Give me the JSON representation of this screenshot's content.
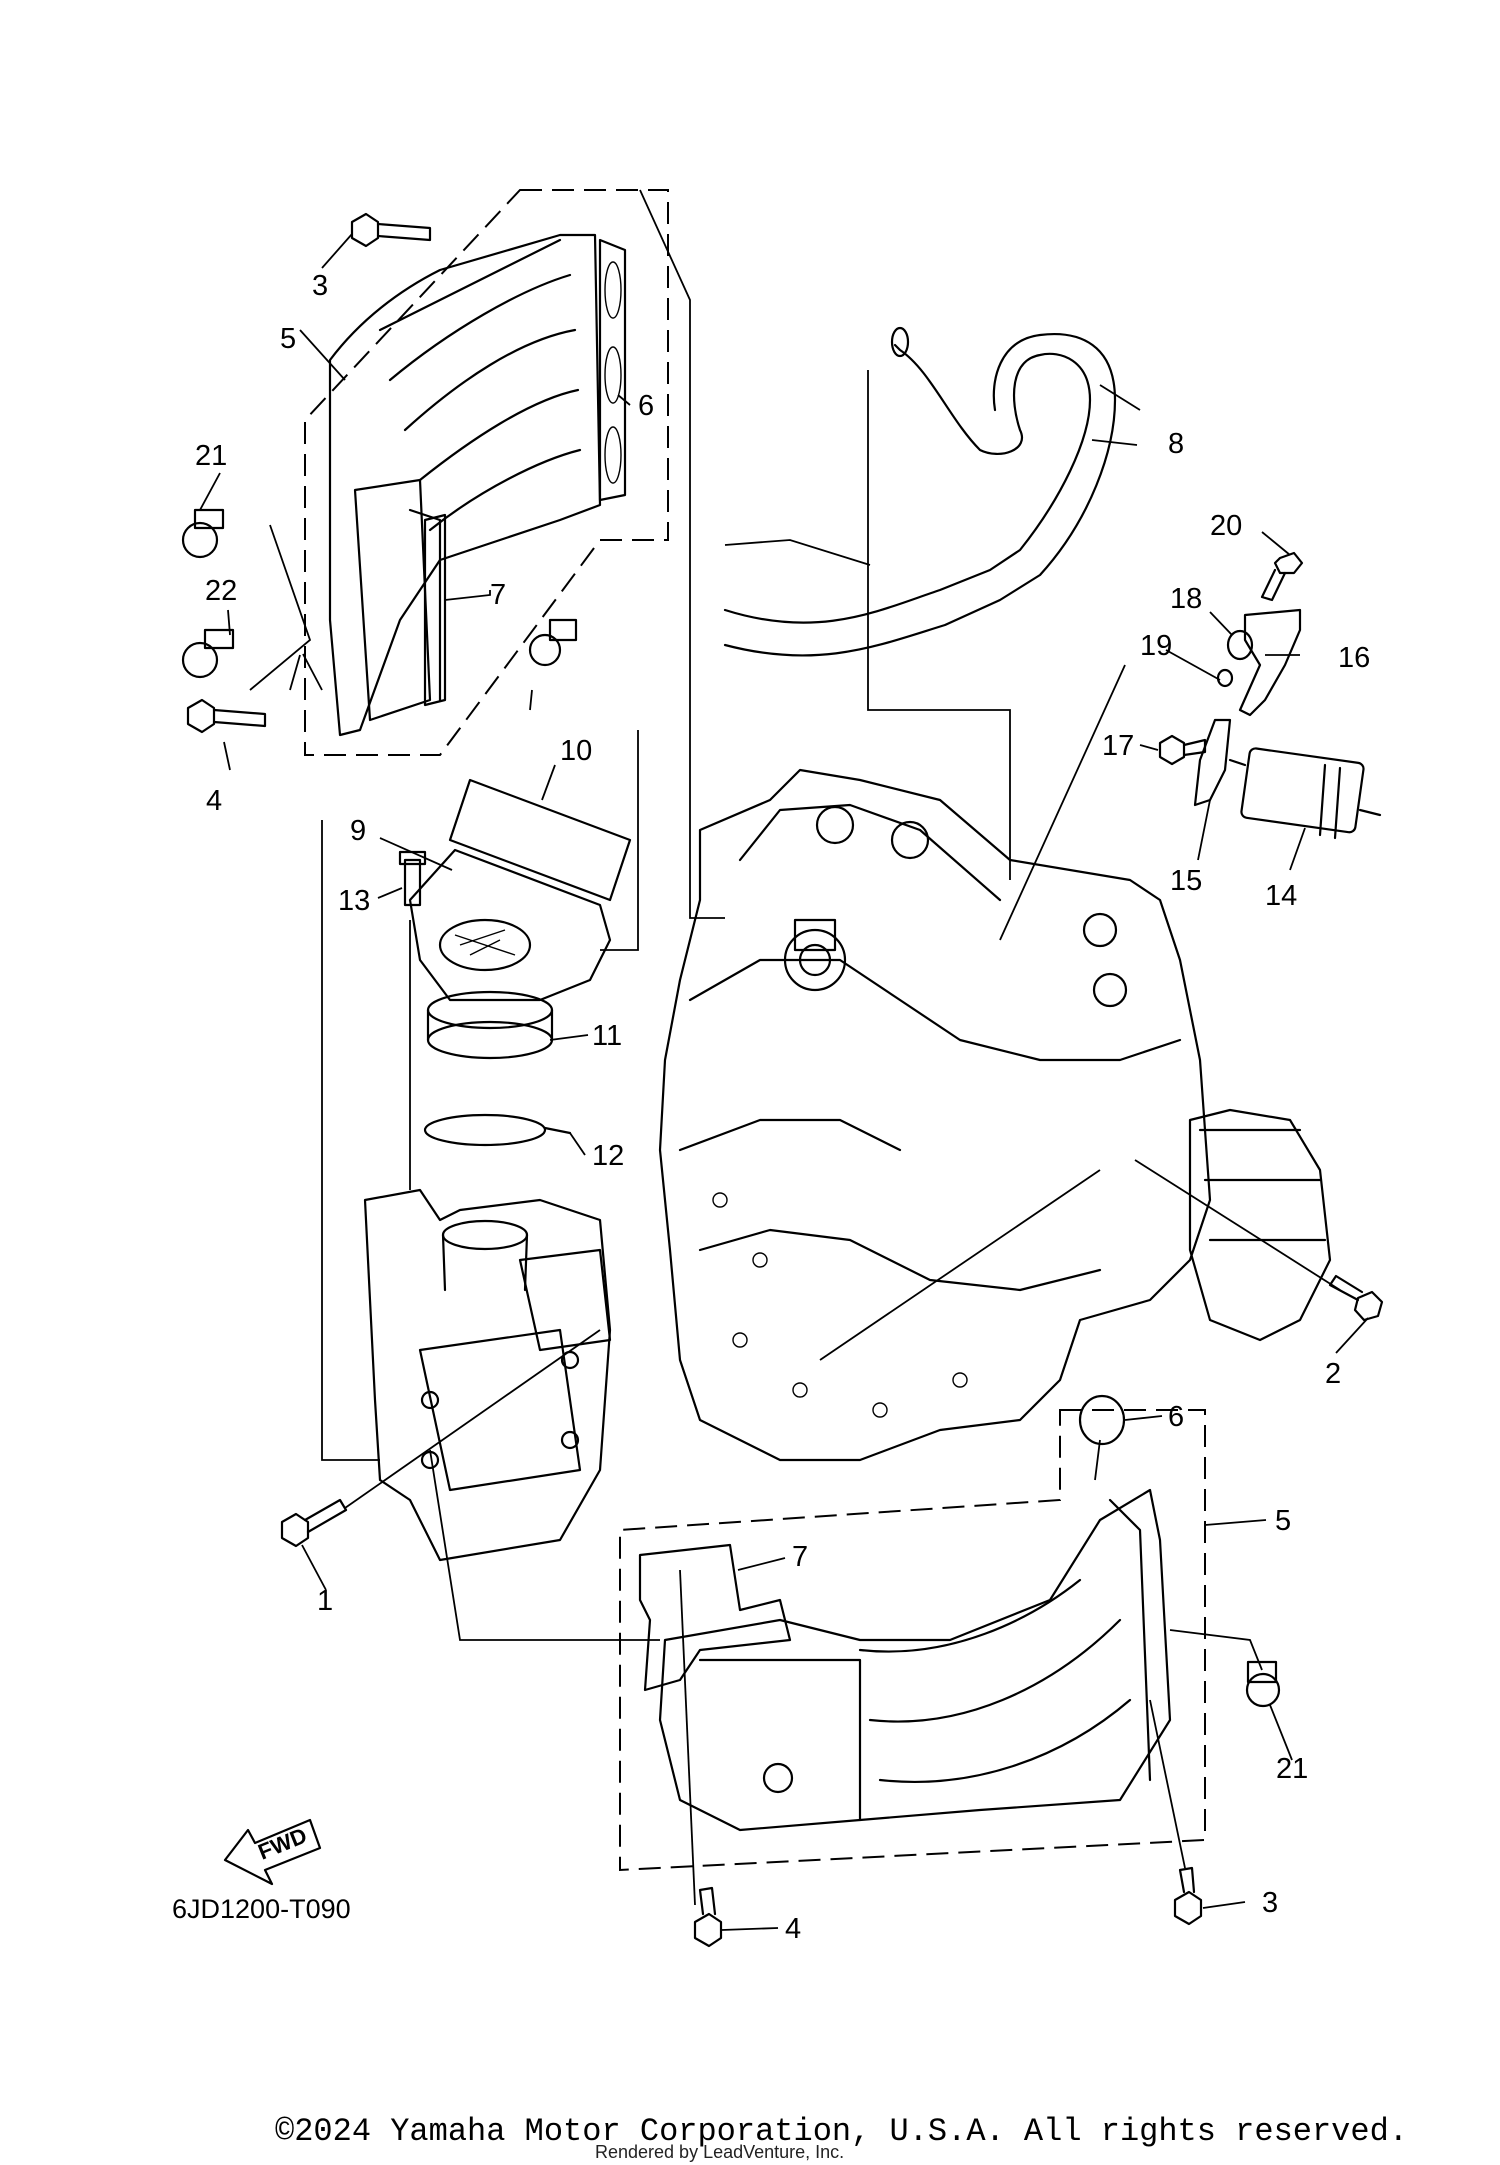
{
  "diagram": {
    "code": "6JD1200-T090",
    "fwd_label": "FWD",
    "callouts": [
      "3",
      "5",
      "6",
      "21",
      "22",
      "7",
      "4",
      "8",
      "20",
      "18",
      "16",
      "19",
      "17",
      "15",
      "14",
      "10",
      "9",
      "13",
      "11",
      "12",
      "2",
      "6",
      "5",
      "7",
      "1",
      "21",
      "3",
      "4"
    ],
    "copyright": "©2024 Yamaha Motor Corporation, U.S.A. All rights reserved.",
    "rendered_by": "Rendered by LeadVenture, Inc."
  }
}
